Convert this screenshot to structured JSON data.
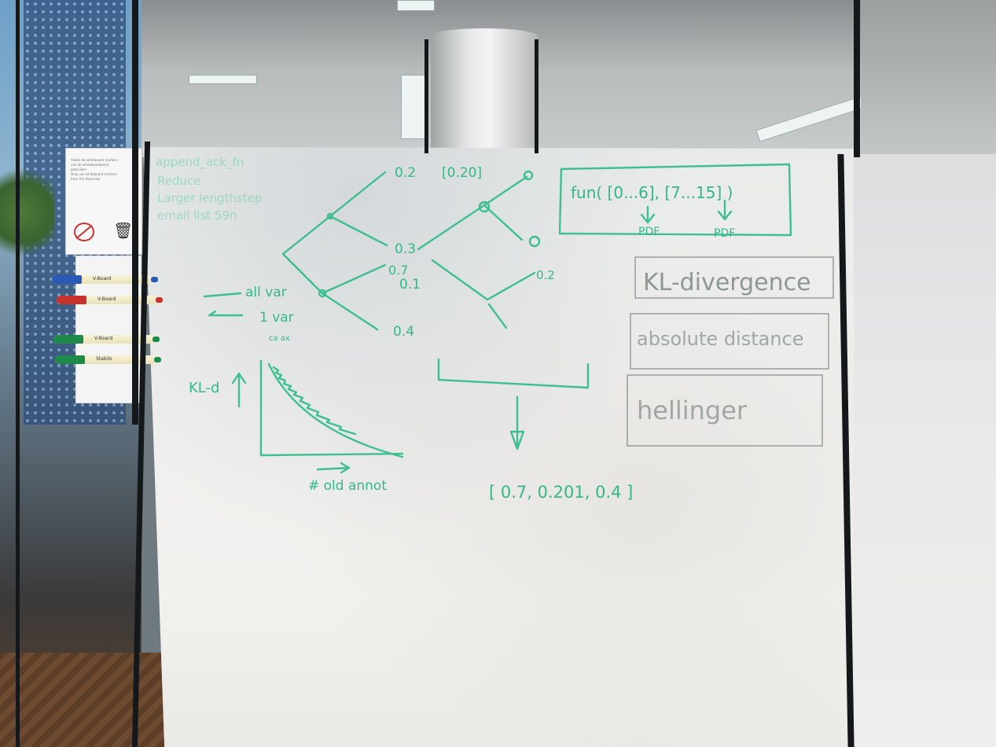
{
  "colors": {
    "ink": "#3dbf8f",
    "ghost_ink": "#8d9894",
    "board": "#efefed",
    "frame": "#15181a"
  },
  "notice": {
    "lines": [
      "Alleen de whiteboard markers",
      "van de whiteboardwand",
      "gebruiken",
      "Only use whiteboard markers",
      "from the dispenser"
    ],
    "icons": [
      "no-disposal-sign-icon",
      "waste-bin-icon"
    ]
  },
  "markers": [
    {
      "color_name": "blue",
      "cap": "#2a5ab5",
      "label": "V-Board"
    },
    {
      "color_name": "red",
      "cap": "#c8322c",
      "label": "V-Board"
    },
    {
      "color_name": "green",
      "cap": "#1e8a4a",
      "label": "V-Board"
    },
    {
      "color_name": "green",
      "cap": "#1e8a4a",
      "label": "Stabilo"
    }
  ],
  "board": {
    "ghost_notes": [
      "append_ack_fn",
      "Reduce",
      "Larger lengthstep",
      "email list 59n"
    ],
    "tree": {
      "root_labels": [
        "all var",
        "1 var"
      ],
      "subnote": "ca ax",
      "leaf_values": [
        "0.2",
        "[0.20]",
        "0.3",
        "0.7",
        "0.1",
        "0.4",
        "0.2"
      ]
    },
    "function_box": {
      "text": "fun( [0...6], [7...15] )",
      "outputs": [
        "PDF",
        "PDF"
      ]
    },
    "result_vector": "[ 0.7, 0.201, 0.4 ]",
    "plot": {
      "ylabel": "KL-d",
      "xlabel": "# old annot"
    },
    "metric_list": [
      "KL-divergence",
      "absolute distance",
      "hellinger"
    ]
  }
}
